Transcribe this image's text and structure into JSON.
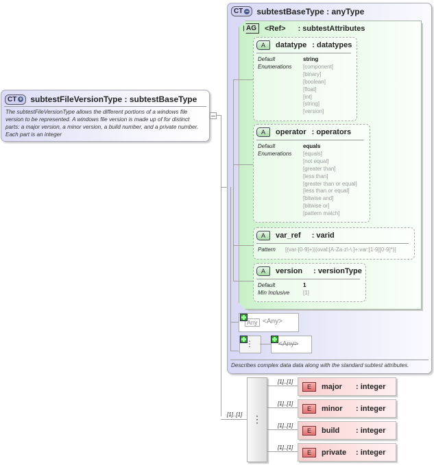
{
  "left_type": {
    "badge": "CT",
    "title": "subtestFileVersionType : subtestBaseType",
    "description": "The subtestFileVersionType allows the different portions of a windows file version to be represented.  A windows file version is made up of for distinct parts: a major version, a minor version, a build number, and a private number.  Each part is an integer"
  },
  "base_type": {
    "badge": "CT",
    "title": "subtestBaseType : anyType",
    "description": "Describes complex data data along with the standard subtest attributes.",
    "attribute_group": {
      "badge": "AG",
      "ref": "<Ref>",
      "name": ": subtestAttributes",
      "attributes": [
        {
          "badge": "A",
          "name": "datatype",
          "type": ": datatypes",
          "props": [
            {
              "key": "Default",
              "value": "string"
            },
            {
              "key": "Enumerations",
              "value": ""
            }
          ],
          "enumerations": [
            "[component]",
            "[binary]",
            "[boolean]",
            "[float]",
            "[int]",
            "[string]",
            "[version]"
          ]
        },
        {
          "badge": "A",
          "name": "operator",
          "type": ": operators",
          "props": [
            {
              "key": "Default",
              "value": "equals"
            },
            {
              "key": "Enumerations",
              "value": ""
            }
          ],
          "enumerations": [
            "[equals]",
            "[not equal]",
            "[greater than]",
            "[less than]",
            "[greater than or equal]",
            "[less than or equal]",
            "[bitwise and]",
            "[bitwise or]",
            "[pattern match]"
          ]
        },
        {
          "badge": "A",
          "name": "var_ref",
          "type": ": varid",
          "props": [
            {
              "key": "Pattern",
              "value": "[(var-[0-9]+)|(oval:[A-Za-z\\-\\.]+:var:[1-9][0-9]*)]"
            }
          ]
        },
        {
          "badge": "A",
          "name": "version",
          "type": ": versionType",
          "props": [
            {
              "key": "Default",
              "value": "1"
            },
            {
              "key": "Min Inclusive",
              "value": "[1]"
            }
          ]
        }
      ]
    },
    "any_attribute": {
      "badge": "Any",
      "label": "<Any>"
    },
    "any_element": {
      "label": "<Any>"
    }
  },
  "sequence": {
    "cardinality": "[1]..[1]",
    "elements": [
      {
        "badge": "E",
        "name": "major",
        "type": ": integer",
        "cardinality": "[1]..[1]"
      },
      {
        "badge": "E",
        "name": "minor",
        "type": ": integer",
        "cardinality": "[1]..[1]"
      },
      {
        "badge": "E",
        "name": "build",
        "type": ": integer",
        "cardinality": "[1]..[1]"
      },
      {
        "badge": "E",
        "name": "private",
        "type": ": integer",
        "cardinality": "[1]..[1]"
      }
    ]
  }
}
